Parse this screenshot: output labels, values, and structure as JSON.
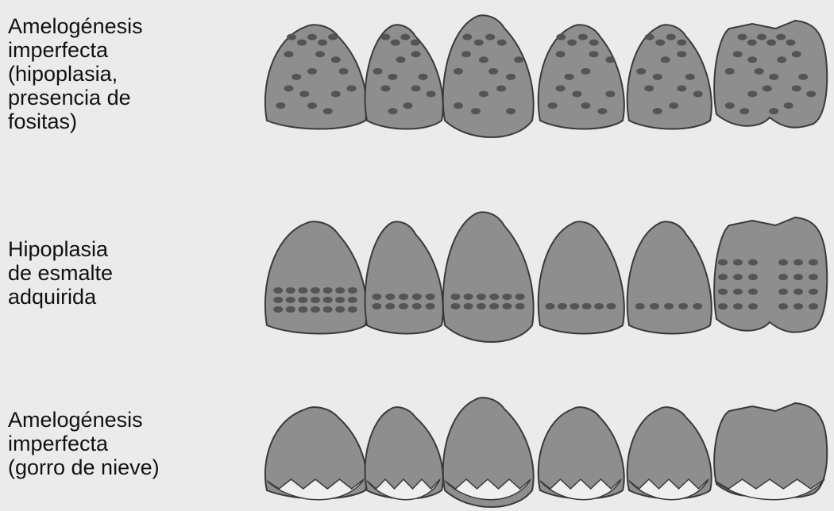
{
  "rows": [
    {
      "id": "pitted",
      "label": "Amelogénesis\nimperfecta\n(hipoplasia,\npresencia de\nfositas)"
    },
    {
      "id": "hypoplasia",
      "label": "Hipoplasia\nde esmalte\nadquirida"
    },
    {
      "id": "snowcap",
      "label": "Amelogénesis\nimperfecta\n(gorro de nieve)"
    }
  ],
  "colors": {
    "tooth_fill": "#8e8e8e",
    "tooth_outline": "#3a3a3a",
    "pit_fill": "#545454",
    "cap_fill": "#efefef",
    "background": "#ebebeb"
  }
}
